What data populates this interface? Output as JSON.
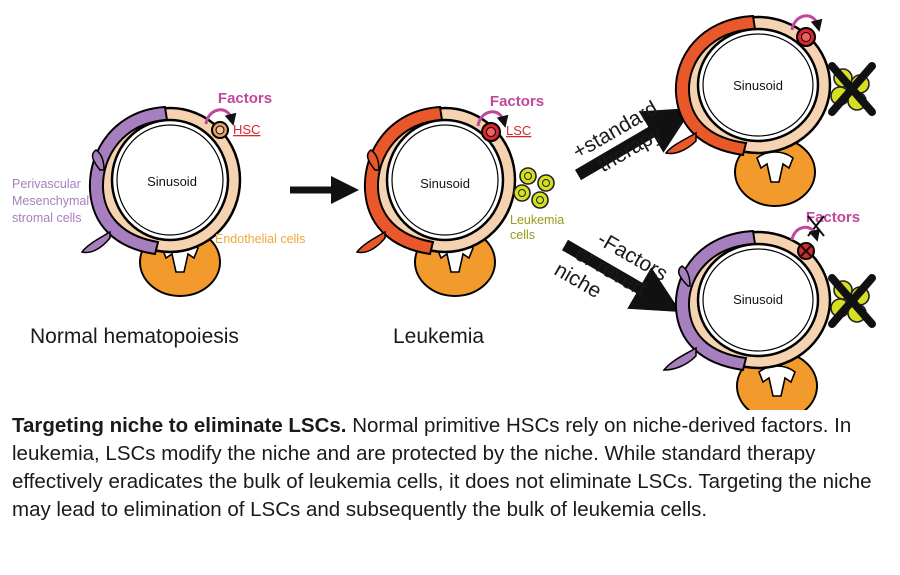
{
  "panels": {
    "normal": {
      "caption": "Normal hematopoiesis",
      "sinusoid": "Sinusoid",
      "factors": "Factors",
      "stem_cell": "HSC",
      "msc_label": [
        "Perivascular",
        "Mesenchymal",
        "stromal cells"
      ],
      "endothelial_label": "Endothelial cells"
    },
    "leukemia": {
      "caption": "Leukemia",
      "sinusoid": "Sinusoid",
      "factors": "Factors",
      "stem_cell": "LSC",
      "leukemia_cells_label": [
        "Leukemia",
        "cells"
      ]
    },
    "therapy": {
      "sinusoid": "Sinusoid",
      "arrow_label": [
        "+standard",
        "therapy"
      ]
    },
    "niche_targeting": {
      "sinusoid": "Sinusoid",
      "factors": "Factors",
      "arrow_label": [
        "-Factors",
        "or revert",
        "niche"
      ]
    }
  },
  "colors": {
    "msc": "#a77fbf",
    "endothelial": "#f5d3b0",
    "leukemic_endothelial": "#e8582a",
    "osteoblast": "#f39a2c",
    "factors": "#c0479c",
    "hsc": "#e8a26e",
    "lsc": "#d7282f",
    "leukemia_cell": "#d4e020",
    "endothelial_text": "#f0a83a",
    "leukemia_text": "#9a9a1a"
  },
  "caption": {
    "title": "Targeting niche to eliminate LSCs.",
    "body": "Normal primitive HSCs rely on niche-derived factors. In leukemia, LSCs modify the niche and are protected by the niche. While standard therapy effectively eradicates the bulk of leukemia cells, it does not eliminate LSCs. Targeting the niche may lead to elimination of LSCs and subsequently the bulk of leukemia cells."
  }
}
